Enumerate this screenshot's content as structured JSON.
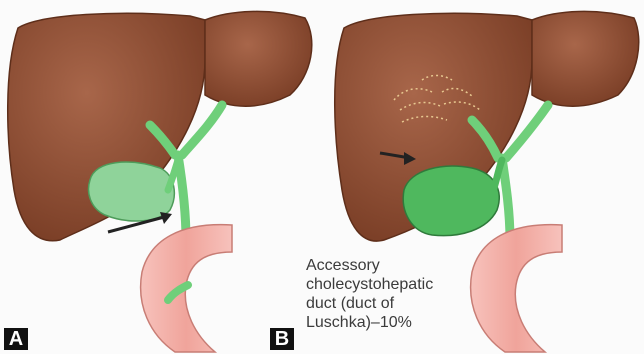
{
  "panels": [
    {
      "label": "A"
    },
    {
      "label": "B"
    }
  ],
  "caption": {
    "lines": [
      "Accessory",
      "cholecystohepatic",
      "duct (duct of",
      "Luschka)–10%"
    ]
  },
  "colors": {
    "liver": "#8a4a2f",
    "liver_light": "#a8664a",
    "bile_duct": "#6fcf7a",
    "gallbladder": "#4fb85e",
    "gallbladder_a": "#8fd39a",
    "duodenum": "#f2a8a0",
    "arrow": "#222222",
    "badge_bg": "#111111",
    "badge_text": "#ffffff"
  }
}
